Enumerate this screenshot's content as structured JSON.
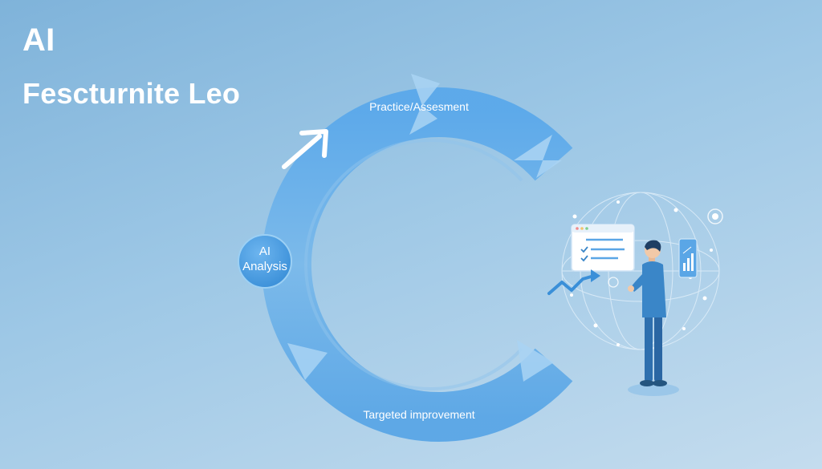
{
  "heading": {
    "line1": "AI",
    "line2": "Fescturnite Leo"
  },
  "cycle": {
    "top_stage": "Practice/Assesment",
    "bottom_stage": "Targeted improvement",
    "node_line1": "AI",
    "node_line2": "Analysis"
  },
  "colors": {
    "background_start": "#7fb3da",
    "background_end": "#c4dcee",
    "ring": "#5aa6e6",
    "ring_dark": "#3f8fd6",
    "text": "#ffffff",
    "figure_shirt": "#3a86c8",
    "figure_pants": "#2e6fae"
  },
  "icons": [
    "arrow-up-right-icon",
    "checklist-window-icon",
    "trend-line-icon",
    "phone-chart-icon",
    "person-figure-icon",
    "target-dot-icon"
  ]
}
